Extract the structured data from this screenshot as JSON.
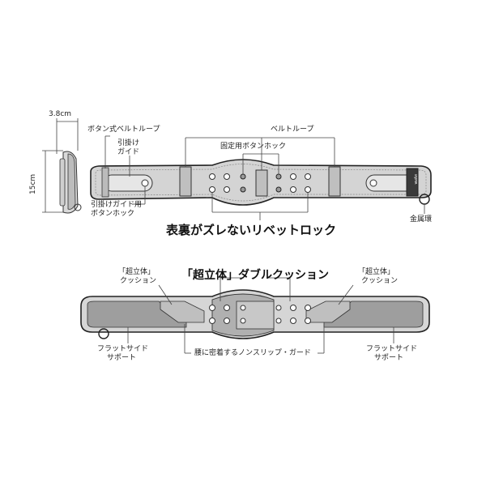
{
  "top": {
    "width_dim": "3.8cm",
    "height_dim": "15cm",
    "button_belt_loop": "ボタン式ベルトループ",
    "belt_loop": "ベルトループ",
    "fixing_button_hook": "固定用ボタンホック",
    "hook_guide": [
      "引掛け",
      "ガイド"
    ],
    "hook_guide_button": [
      "引掛けガイド用",
      "ボタンホック"
    ],
    "metal_ring": "金属環",
    "rivet_lock": "表裏がズレないリベットロック",
    "brand_mark": "TAJIMA"
  },
  "bottom": {
    "double_cushion": "「超立体」ダブルクッション",
    "cushion_left": [
      "「超立体」",
      "クッション"
    ],
    "cushion_right": [
      "「超立体」",
      "クッション"
    ],
    "flat_side_left": [
      "フラットサイド",
      "サポート"
    ],
    "flat_side_right": [
      "フラットサイド",
      "サポート"
    ],
    "non_slip_guard": "腰に密着するノンスリップ・ガード"
  }
}
